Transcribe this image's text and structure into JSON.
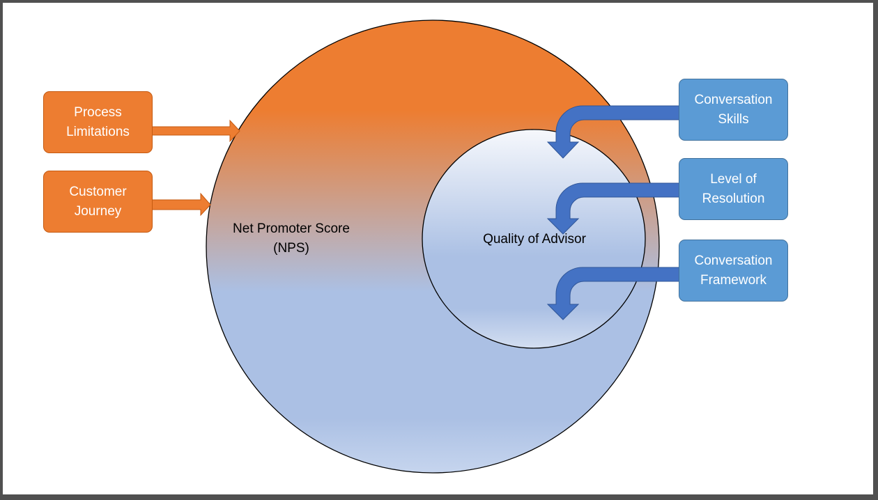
{
  "diagram": {
    "outer_circle_label": "Net Promoter Score\n(NPS)",
    "inner_circle_label": "Quality of Advisor",
    "left_factors": [
      {
        "label": "Process\nLimitations"
      },
      {
        "label": "Customer\nJourney"
      }
    ],
    "right_factors": [
      {
        "label": "Conversation\nSkills"
      },
      {
        "label": "Level of\nResolution"
      },
      {
        "label": "Conversation\nFramework"
      }
    ]
  },
  "colors": {
    "orange": "#ED7D31",
    "blue": "#5B9BD5",
    "arrow_blue": "#4472C4",
    "light_blue": "#ABC0E4",
    "background": "#505050"
  }
}
